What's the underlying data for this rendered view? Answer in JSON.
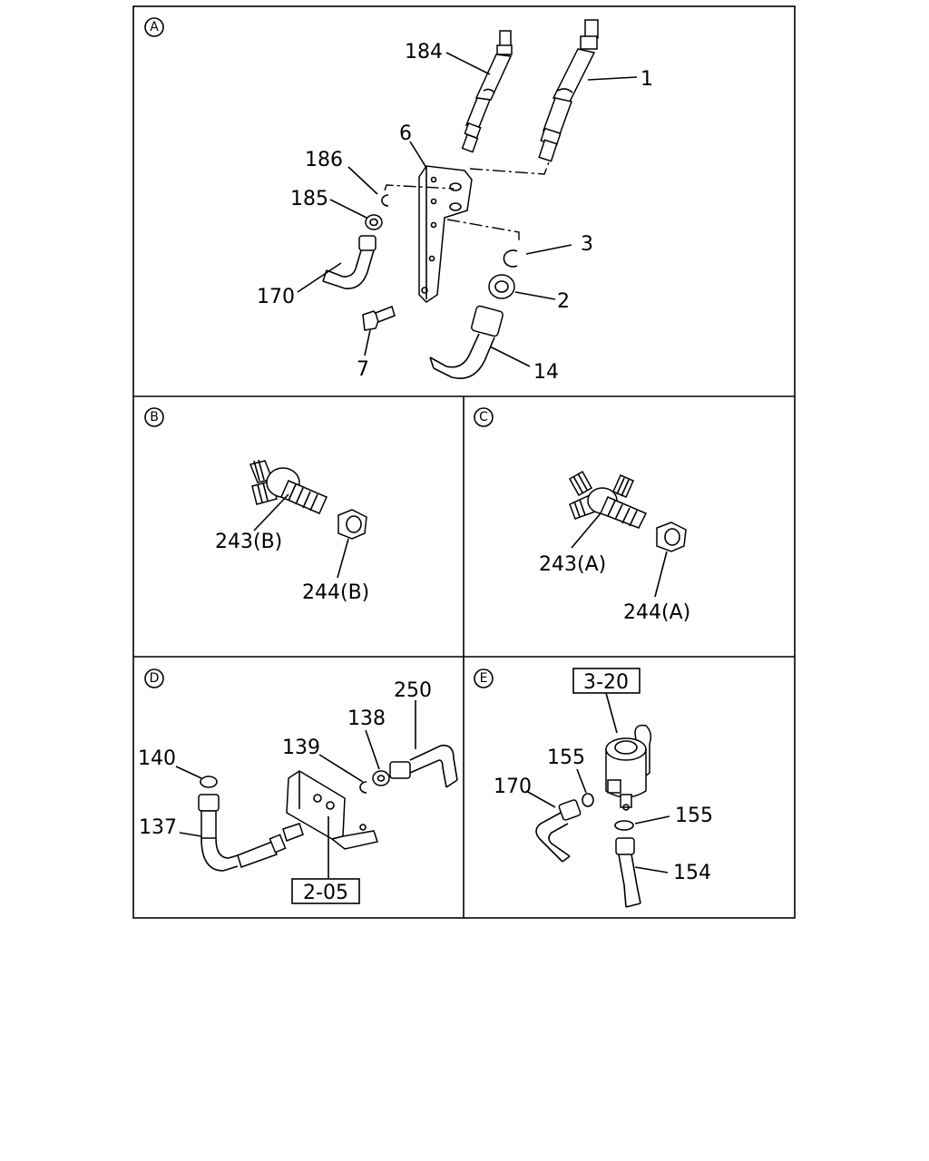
{
  "panels": [
    {
      "id": "A",
      "label": "A"
    },
    {
      "id": "B",
      "label": "B"
    },
    {
      "id": "C",
      "label": "C"
    },
    {
      "id": "D",
      "label": "D"
    },
    {
      "id": "E",
      "label": "E"
    }
  ],
  "callouts": {
    "a_184": "184",
    "a_1": "1",
    "a_6": "6",
    "a_186": "186",
    "a_185": "185",
    "a_3": "3",
    "a_2": "2",
    "a_170": "170",
    "a_7": "7",
    "a_14": "14",
    "b_243": "243(B)",
    "b_244": "244(B)",
    "c_243": "243(A)",
    "c_244": "244(A)",
    "d_250": "250",
    "d_138": "138",
    "d_139": "139",
    "d_140": "140",
    "d_137": "137",
    "e_155a": "155",
    "e_170": "170",
    "e_155b": "155",
    "e_154": "154"
  },
  "references": {
    "d_ref": "2-05",
    "e_ref": "3-20"
  }
}
